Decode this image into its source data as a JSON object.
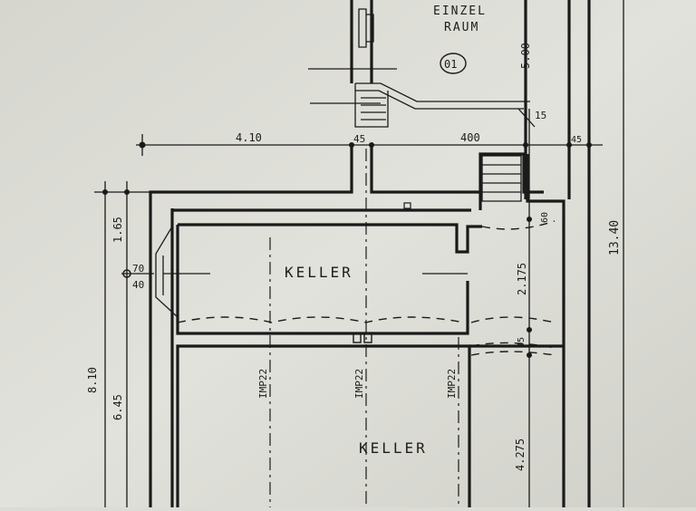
{
  "rooms": {
    "einzelraum_line1": "EINZEL",
    "einzelraum_line2": "RAUM",
    "room_number": "01",
    "keller_upper": "KELLER",
    "keller_lower": "KELLER"
  },
  "dimensions": {
    "d_410": "4.10",
    "d_45_top": "45",
    "d_400": "400",
    "d_45_right": "45",
    "d_15": "15",
    "d_500": "5.00",
    "d_1340": "13.40",
    "d_165": "1.65",
    "d_70": "70",
    "d_40": "40",
    "d_810": "8.10",
    "d_645": "6.45",
    "d_2175": "2.175",
    "d_45_mid": "45",
    "d_4275": "4.275",
    "d_60": "60"
  },
  "labels": {
    "imp_left": "IMP22",
    "imp_mid": "IMP22",
    "imp_right": "IMP22"
  }
}
